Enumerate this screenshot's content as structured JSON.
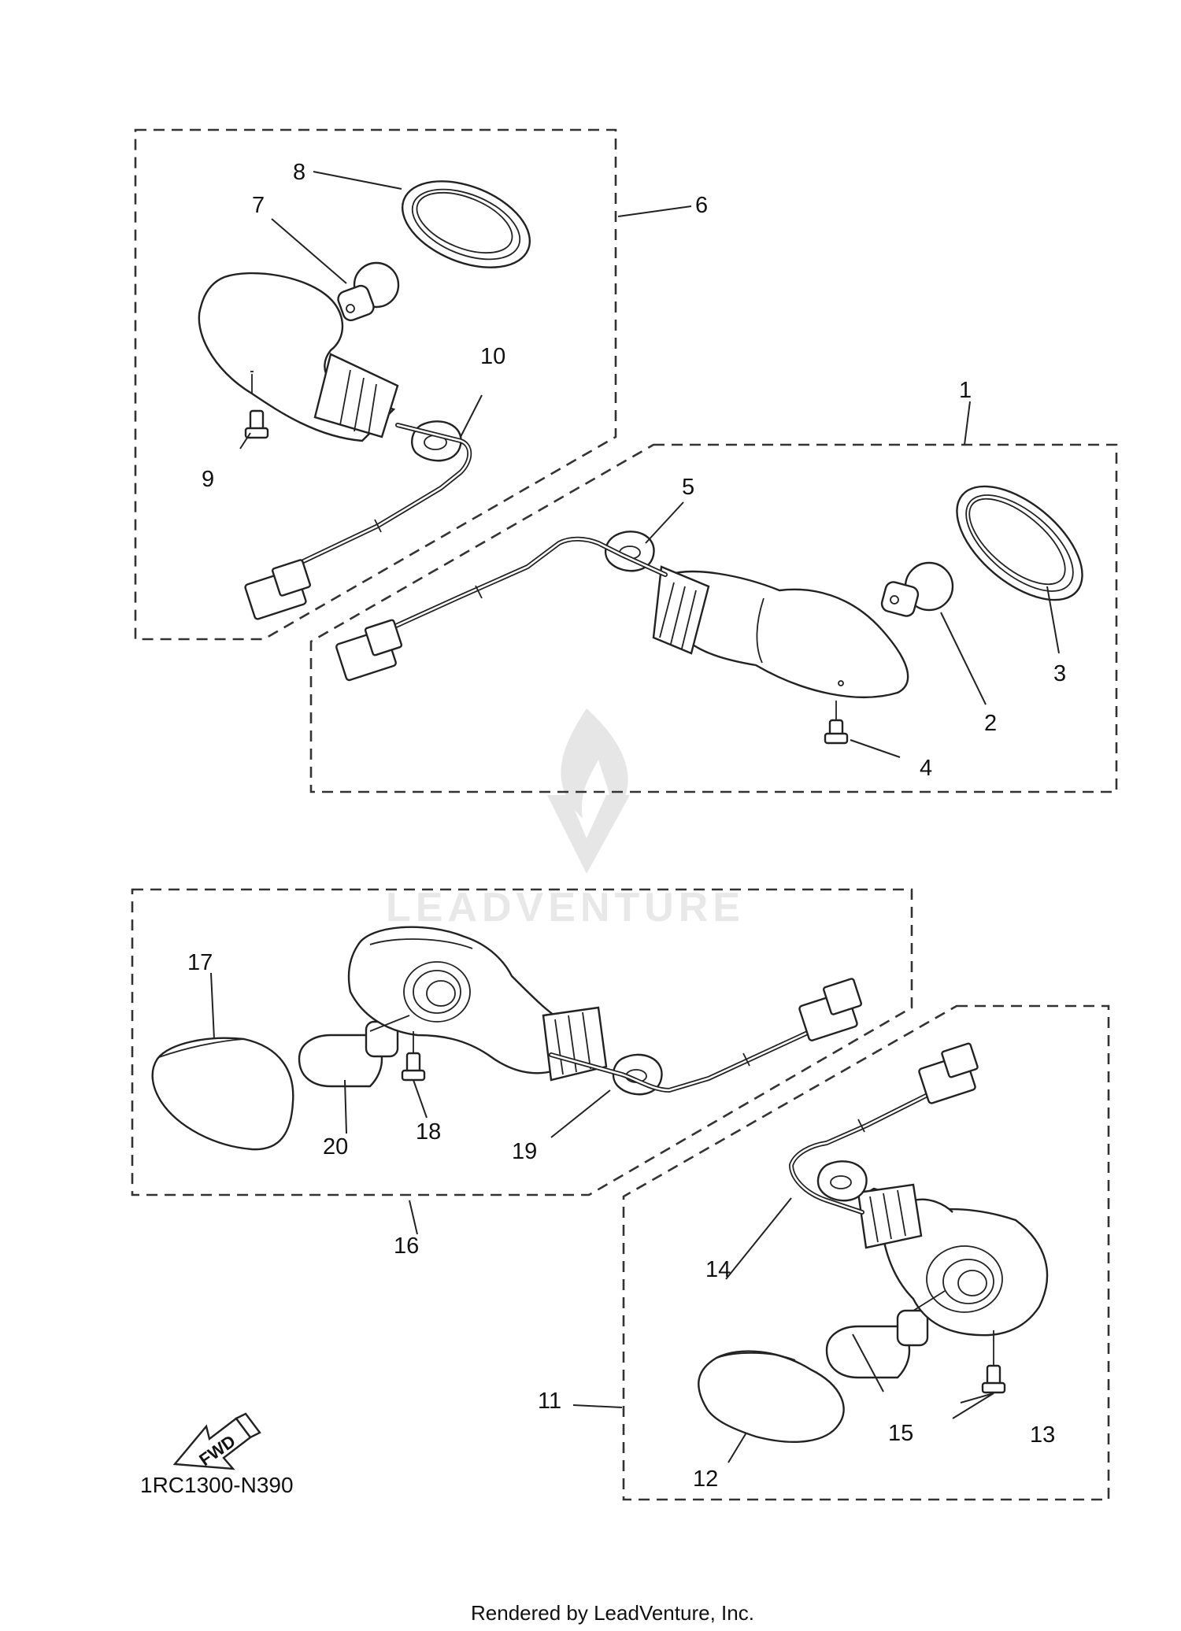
{
  "diagram": {
    "code": "1RC1300-N390",
    "direction_label": "FWD",
    "footer": "Rendered by LeadVenture, Inc.",
    "watermark": "LEADVENTURE",
    "callouts": {
      "c1": "1",
      "c2": "2",
      "c3": "3",
      "c4": "4",
      "c5": "5",
      "c6": "6",
      "c7": "7",
      "c8": "8",
      "c9": "9",
      "c10": "10",
      "c11": "11",
      "c12": "12",
      "c13": "13",
      "c14": "14",
      "c15": "15",
      "c16": "16",
      "c17": "17",
      "c18": "18",
      "c19": "19",
      "c20": "20"
    }
  }
}
